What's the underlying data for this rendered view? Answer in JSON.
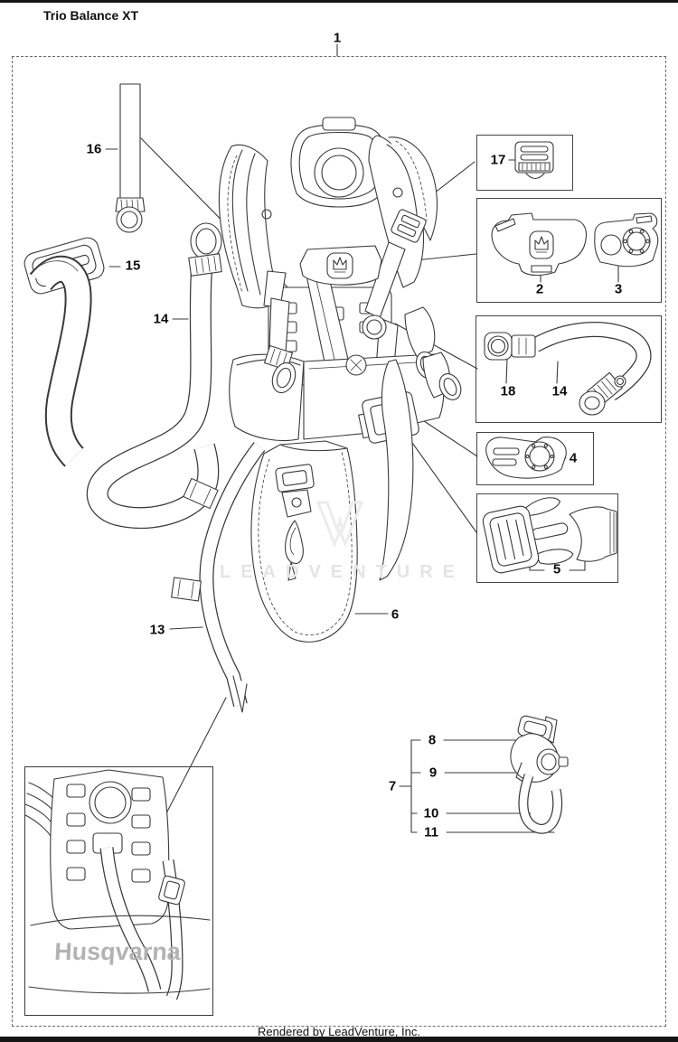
{
  "title": "Trio Balance XT",
  "watermark": "LEADVENTURE",
  "inset_logo": "Husqvarna",
  "footer": "Rendered by LeadVenture, Inc.",
  "labels": {
    "part1": "1",
    "part2": "2",
    "part3": "3",
    "part4": "4",
    "part5": "5",
    "part6": "6",
    "part7": "7",
    "part8": "8",
    "part9": "9",
    "part10": "10",
    "part11": "11",
    "part13": "13",
    "part14": "14",
    "part15": "15",
    "part16": "16",
    "part17": "17",
    "part18": "18"
  },
  "colors": {
    "line": "#3a3a3a",
    "label": "#0d0d0d",
    "watermark": "#e4e4e4",
    "inset_logo_gray": "#b3b3b3",
    "frame_dash": "#6a6a6a",
    "bar": "#161616"
  }
}
